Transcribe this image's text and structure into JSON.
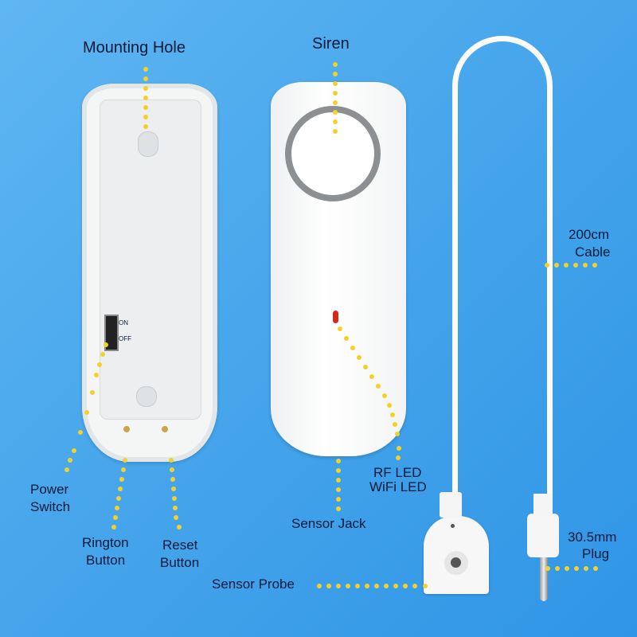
{
  "labels": {
    "mounting_hole": "Mounting Hole",
    "siren": "Siren",
    "cable_1": "200cm",
    "cable_2": "Cable",
    "power_1": "Power",
    "power_2": "Switch",
    "rington_1": "Rington",
    "rington_2": "Button",
    "reset_1": "Reset",
    "reset_2": "Button",
    "sensor_jack": "Sensor Jack",
    "rf_led": "RF LED",
    "wifi_led": "WiFi LED",
    "plug_1": "30.5mm",
    "plug_2": "Plug",
    "sensor_probe": "Sensor Probe"
  },
  "switch": {
    "on": "ON",
    "off": "OFF"
  },
  "colors": {
    "dot": "#f4d12a",
    "led": "#d42a1c",
    "text": "#0c1a3a"
  }
}
